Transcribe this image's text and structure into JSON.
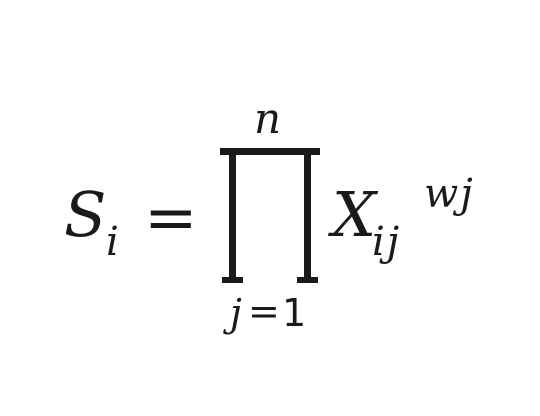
{
  "formula": {
    "lhs": {
      "symbol": "S",
      "subscript": "i"
    },
    "equals": "=",
    "operator": {
      "symbol": "∏",
      "upper_limit": "n",
      "lower_limit_var": "j",
      "lower_limit_eq": "=",
      "lower_limit_value": "1"
    },
    "term": {
      "symbol": "X",
      "subscript": "ij",
      "exponent": "wj"
    }
  }
}
